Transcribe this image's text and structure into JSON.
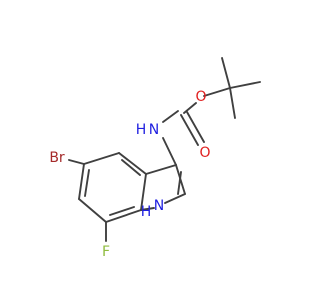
{
  "molecule": {
    "atom_labels": {
      "br": "Br",
      "f": "F",
      "nh_amide_n": "N",
      "nh_amide_h": "H",
      "o_carbonyl": "O",
      "o_ester": "O",
      "n_indole": "N",
      "h_indole": "H"
    },
    "colors": {
      "bond": "#404040",
      "bromine": "#A52A2A",
      "fluorine": "#8FBC3F",
      "nitrogen": "#1F1FE0",
      "oxygen": "#E01F1F"
    }
  }
}
